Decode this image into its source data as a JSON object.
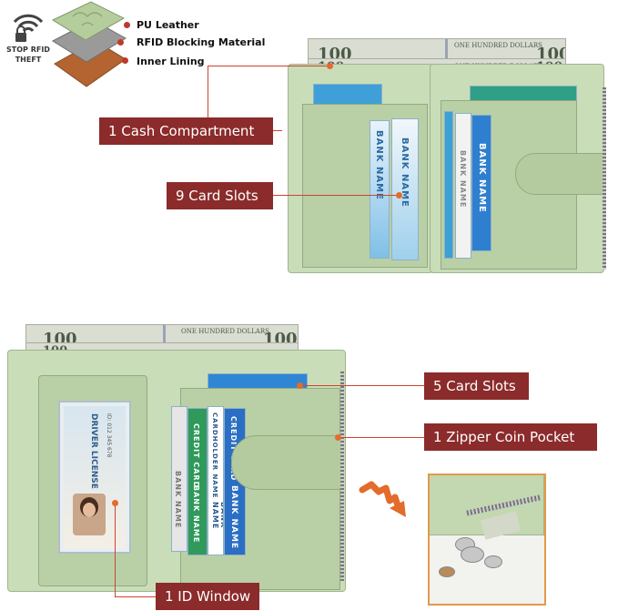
{
  "rfid_badge": {
    "line1": "STOP RFID",
    "line2": "THEFT",
    "icon": "wifi-lock-icon"
  },
  "layers": [
    {
      "label": "PU Leather"
    },
    {
      "label": "RFID Blocking Material"
    },
    {
      "label": "Inner Lining"
    }
  ],
  "callouts": {
    "cash": "1 Cash Compartment",
    "card_slots_9": "9 Card Slots",
    "card_slots_5": "5 Card Slots",
    "zipper": "1 Zipper Coin Pocket",
    "id_window": "1 ID Window"
  },
  "bill_text": {
    "denomination": "100",
    "words": "ONE HUNDRED DOLLARS"
  },
  "card_text": {
    "bank": "BANK NAME",
    "cardholder": "CARDHOLDER NAME",
    "credit": "CREDIT CARD"
  },
  "id_card": {
    "title": "DRIVER LICENSE",
    "id_line": "ID: 012 345 678"
  },
  "colors": {
    "label_bg": "#8b2b2b",
    "accent_orange": "#e36b2c",
    "wallet_green": "#c9ddb9"
  }
}
